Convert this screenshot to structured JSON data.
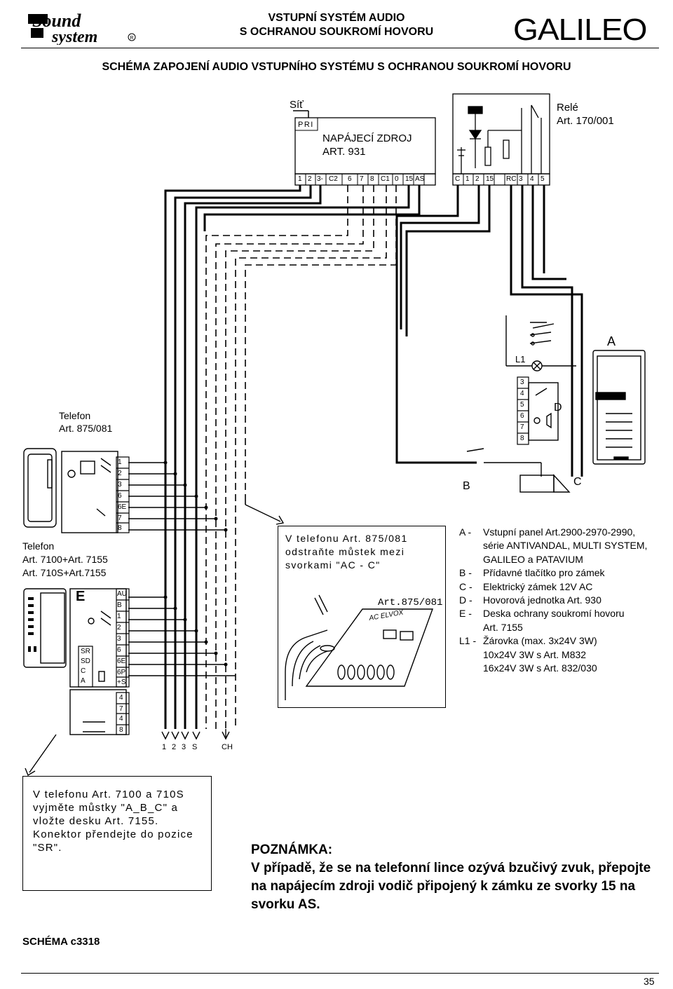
{
  "header": {
    "logo_text": "Sound system",
    "title_line1": "VSTUPNÍ SYSTÉM AUDIO",
    "title_line2": "S OCHRANOU SOUKROMÍ HOVORU",
    "brand": "GALILEO"
  },
  "schema_title": "SCHÉMA ZAPOJENÍ AUDIO VSTUPNÍHO SYSTÉMU S OCHRANOU SOUKROMÍ HOVORU",
  "power_supply": {
    "net_label": "Síť",
    "pri_label": "PRI",
    "name_line1": "NAPÁJECÍ ZDROJ",
    "name_line2": "ART. 931",
    "terminals": [
      "1",
      "2",
      "3-",
      "C2",
      "6",
      "7",
      "8",
      "C1",
      "0",
      "15",
      "AS"
    ]
  },
  "relay": {
    "name_line1": "Relé",
    "name_line2": "Art. 170/001",
    "terminals": [
      "C",
      "1",
      "2",
      "15",
      "RC",
      "3",
      "4",
      "5"
    ]
  },
  "panel": {
    "label_a": "A",
    "label_l1": "L1",
    "label_d": "D",
    "label_b": "B",
    "label_c": "C",
    "terminals": [
      "3",
      "4",
      "5",
      "6",
      "7",
      "8"
    ]
  },
  "phone875": {
    "label_line1": "Telefon",
    "label_line2": "Art. 875/081",
    "terminals": [
      "1",
      "2",
      "3",
      "6",
      "6E",
      "7",
      "8"
    ]
  },
  "phone7100": {
    "label_line1": "Telefon",
    "label_line2": "Art. 7100+Art. 7155",
    "label_line3": "Art. 710S+Art.7155",
    "label_e": "E",
    "side_labels": [
      "SR",
      "SD",
      "C",
      "A"
    ],
    "terminals": [
      "AU",
      "B",
      "1",
      "2",
      "3",
      "6",
      "6E",
      "6P",
      "+S"
    ],
    "terminals_lower": [
      "4",
      "7",
      "4",
      "8"
    ]
  },
  "bus_labels": [
    "1",
    "2",
    "3",
    "S",
    "CH"
  ],
  "tel875_note": {
    "text": "V telefonu Art. 875/081 odstraňte můstek mezi svorkami \"AC - C\"",
    "board_label": "Art.875/081",
    "board_ac": "AC ELVOX"
  },
  "legend": [
    {
      "key": "A -",
      "value": "Vstupní panel Art.2900-2970-2990,"
    },
    {
      "key": "",
      "value": "série ANTIVANDAL, MULTI SYSTEM,"
    },
    {
      "key": "",
      "value": "GALILEO a PATAVIUM"
    },
    {
      "key": "B -",
      "value": "Přídavné tlačítko pro zámek"
    },
    {
      "key": "C -",
      "value": "Elektrický zámek 12V AC"
    },
    {
      "key": "D -",
      "value": "Hovorová jednotka Art. 930"
    },
    {
      "key": "E -",
      "value": "Deska ochrany soukromí hovoru"
    },
    {
      "key": "",
      "value": "Art. 7155"
    },
    {
      "key": "L1 -",
      "value": "Žárovka (max. 3x24V 3W)"
    },
    {
      "key": "",
      "value": "10x24V 3W s Art. M832"
    },
    {
      "key": "",
      "value": "16x24V 3W s Art. 832/030"
    }
  ],
  "note_7100": "V telefonu Art. 7100 a 710S vyjměte můstky \"A_B_C\" a vložte desku Art. 7155. Konektor přendejte do pozice \"SR\".",
  "poznamka": {
    "title": "POZNÁMKA:",
    "text": "V případě, že se na telefonní lince ozývá bzučivý zvuk, přepojte na napájecím zdroji vodič připojený k zámku ze svorky 15 na svorku AS."
  },
  "schema_id": "SCHÉMA c3318",
  "page_number": "35"
}
